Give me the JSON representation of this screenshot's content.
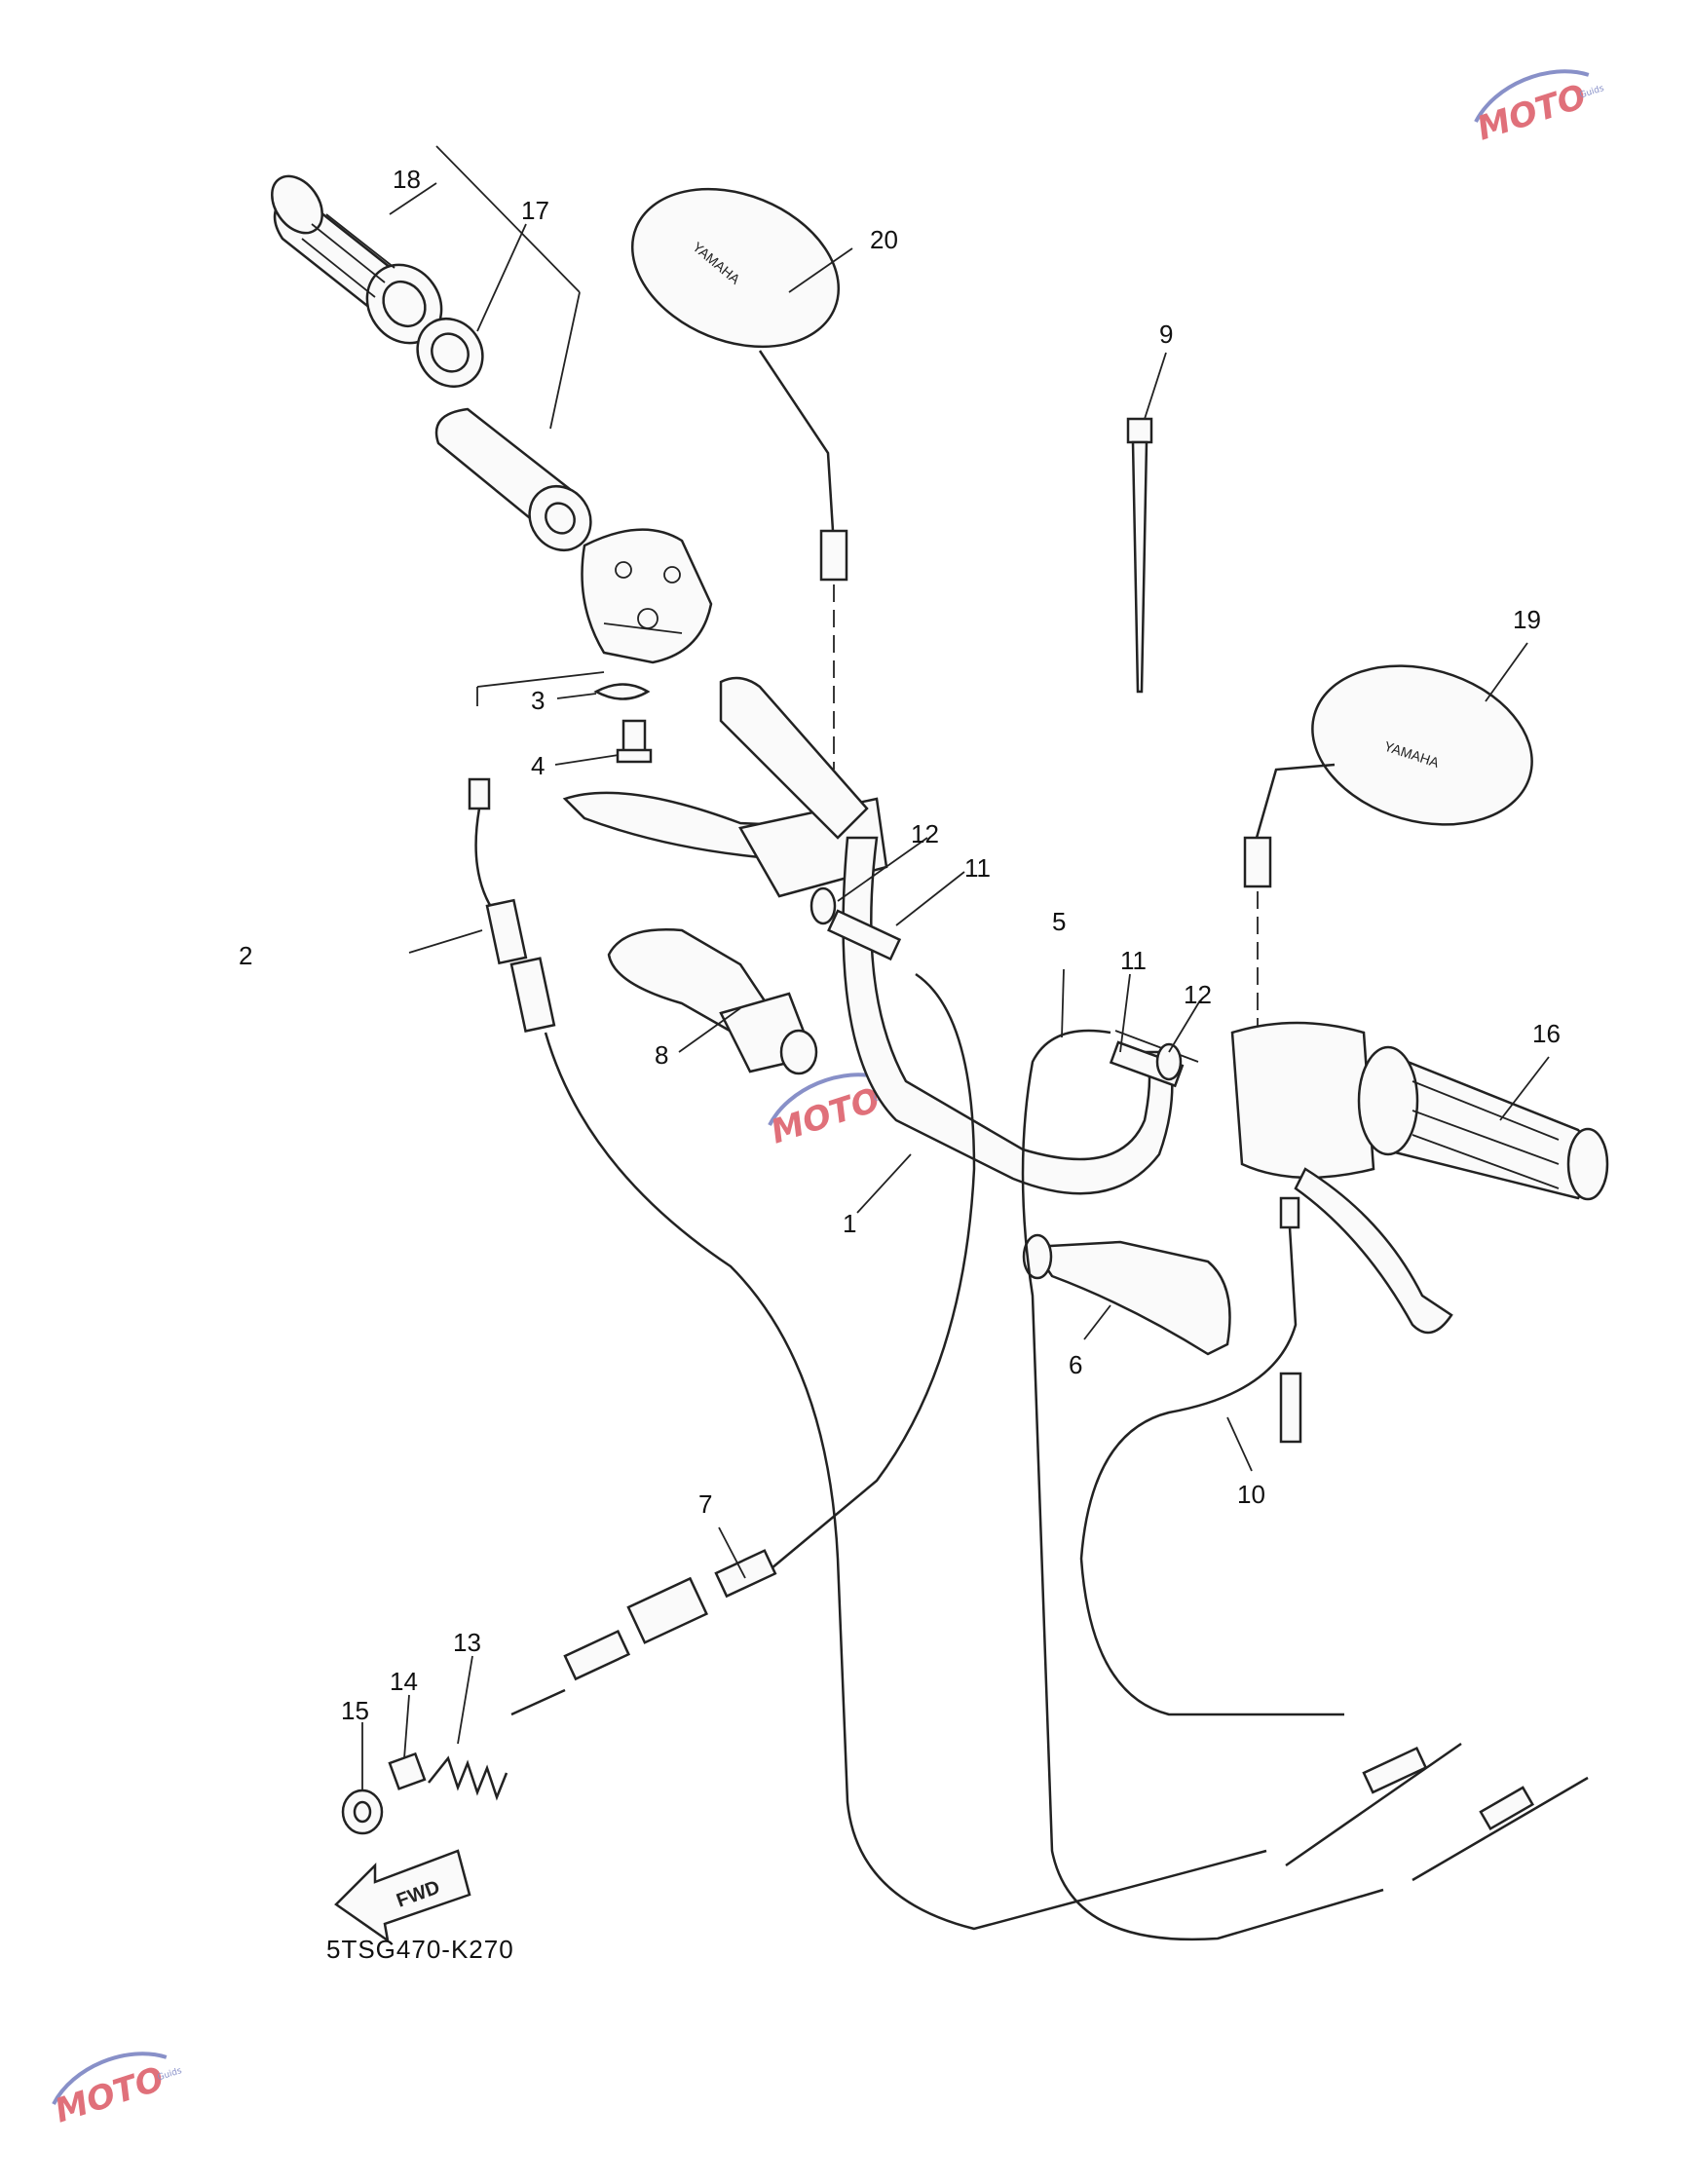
{
  "diagram": {
    "drawing_code": "5TSG470-K270",
    "fwd_label": "FWD",
    "mirror_brand": "YAMAHA",
    "parts": [
      {
        "id": "p1",
        "number": "1"
      },
      {
        "id": "p2",
        "number": "2"
      },
      {
        "id": "p3",
        "number": "3"
      },
      {
        "id": "p4",
        "number": "4"
      },
      {
        "id": "p5",
        "number": "5"
      },
      {
        "id": "p6",
        "number": "6"
      },
      {
        "id": "p7",
        "number": "7"
      },
      {
        "id": "p8",
        "number": "8"
      },
      {
        "id": "p9",
        "number": "9"
      },
      {
        "id": "p10",
        "number": "10"
      },
      {
        "id": "p11a",
        "number": "11"
      },
      {
        "id": "p11b",
        "number": "11"
      },
      {
        "id": "p12a",
        "number": "12"
      },
      {
        "id": "p12b",
        "number": "12"
      },
      {
        "id": "p13",
        "number": "13"
      },
      {
        "id": "p14",
        "number": "14"
      },
      {
        "id": "p15",
        "number": "15"
      },
      {
        "id": "p16",
        "number": "16"
      },
      {
        "id": "p17",
        "number": "17"
      },
      {
        "id": "p18",
        "number": "18"
      },
      {
        "id": "p19",
        "number": "19"
      },
      {
        "id": "p20",
        "number": "20"
      }
    ]
  },
  "watermark": {
    "logo_text": "MOTO",
    "tagline": "Guids",
    "colors": {
      "primary": "#e0707a",
      "secondary": "#8890c8"
    }
  }
}
